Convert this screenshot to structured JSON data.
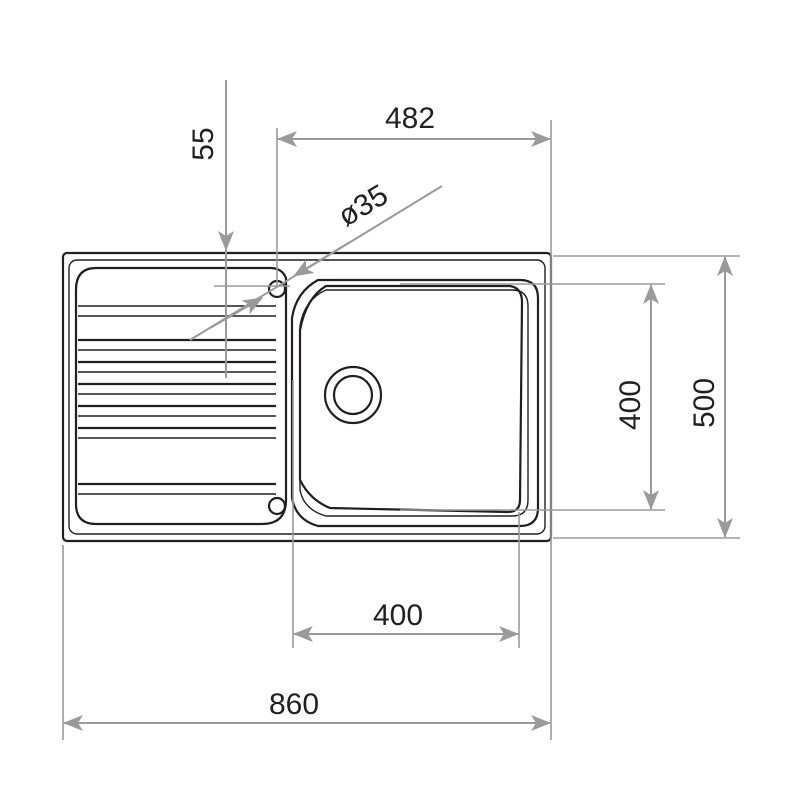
{
  "dimensions": {
    "overall_width": "860",
    "bowl_offset_width": "482",
    "bowl_inner_width": "400",
    "overall_depth": "500",
    "bowl_inner_depth": "400",
    "tap_hole_offset": "55",
    "tap_hole_diameter": "ø35"
  },
  "colors": {
    "outline": "#231f20",
    "dimension": "#9a9a9a",
    "background": "#ffffff"
  }
}
